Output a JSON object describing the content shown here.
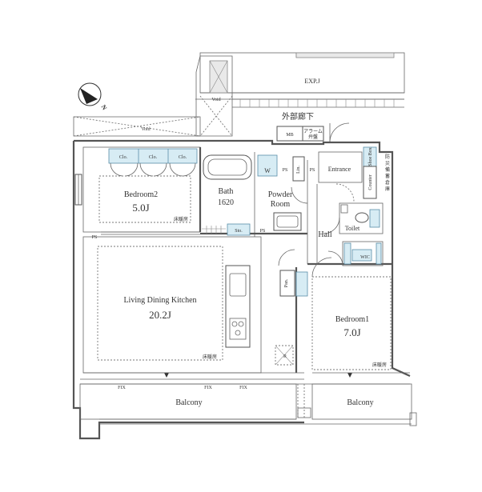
{
  "labels": {
    "exp_j": "EXP.J",
    "void_top": "Void",
    "void_left": "Void",
    "outer_corridor": "外部廊下",
    "mb": "MB",
    "alarm_a": "アラーム",
    "alarm_b": "弁盤",
    "disaster_storage": [
      "防",
      "災",
      "備",
      "蓄",
      "倉",
      "庫"
    ],
    "shoe_box": "Shoe Box",
    "counter": "Counter",
    "entrance": "Entrance",
    "ps": "PS",
    "lin": "Lin.",
    "w": "W",
    "bath_name": "Bath",
    "bath_size": "1620",
    "powder_a": "Powder",
    "powder_b": "Room",
    "clo": "Clo.",
    "bedroom2_name": "Bedroom2",
    "bedroom2_size": "5.0J",
    "floor_heating": "床暖房",
    "sto": "Sto.",
    "hall": "Hall",
    "toilet": "Toilet",
    "wic": "WIC",
    "pan": "Pan.",
    "r": "R",
    "ldk_name": "Living Dining Kitchen",
    "ldk_size": "20.2J",
    "bedroom1_name": "Bedroom1",
    "bedroom1_size": "7.0J",
    "fix": "FIX",
    "balcony": "Balcony",
    "north": "N"
  }
}
